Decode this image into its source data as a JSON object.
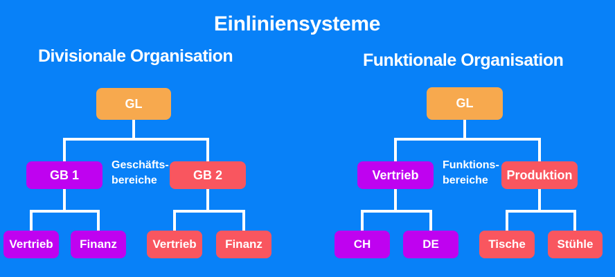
{
  "title": "Einliniensysteme",
  "colors": {
    "background": "#0881f8",
    "node_root": "#f7a94e",
    "node_purple": "#bf02f0",
    "node_coral": "#f9565f",
    "connector": "#ffffff",
    "text": "#ffffff"
  },
  "charts": [
    {
      "heading": "Divisionale Organisation",
      "root": "GL",
      "branch_label": [
        "Geschäfts-",
        "bereiche"
      ],
      "branches": [
        {
          "label": "GB 1",
          "children": [
            "Vertrieb",
            "Finanz"
          ]
        },
        {
          "label": "GB 2",
          "children": [
            "Vertrieb",
            "Finanz"
          ]
        }
      ]
    },
    {
      "heading": "Funktionale Organisation",
      "root": "GL",
      "branch_label": [
        "Funktions-",
        "bereiche"
      ],
      "branches": [
        {
          "label": "Vertrieb",
          "children": [
            "CH",
            "DE"
          ]
        },
        {
          "label": "Produktion",
          "children": [
            "Tische",
            "Stühle"
          ]
        }
      ]
    }
  ]
}
